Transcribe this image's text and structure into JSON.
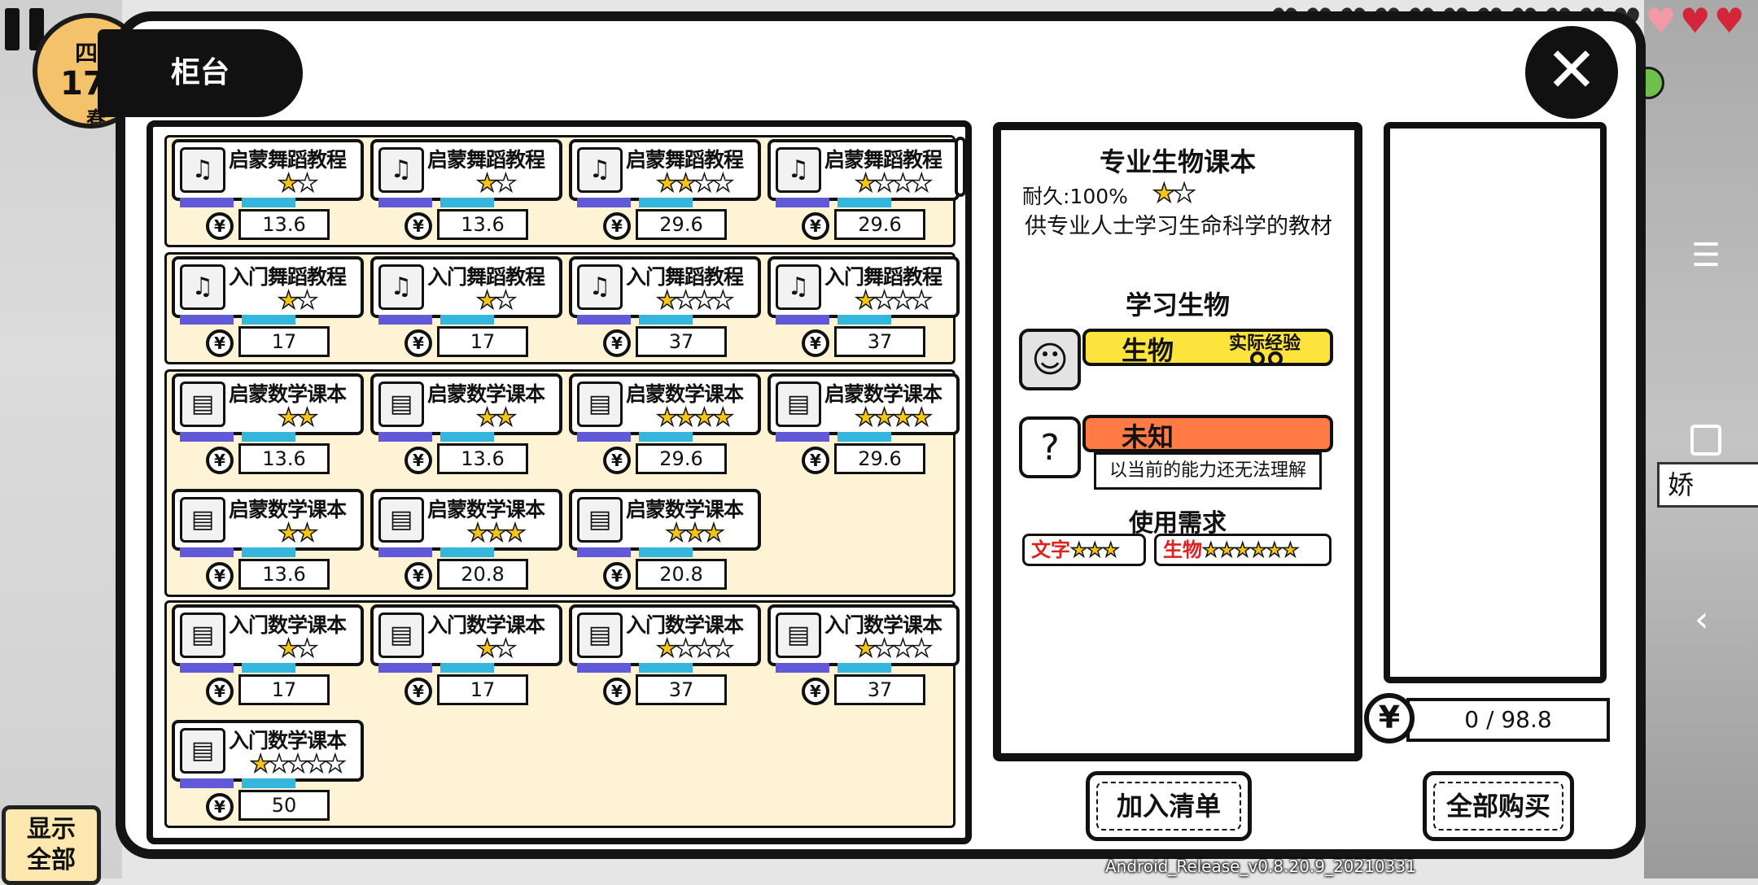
{
  "hud": {
    "day_badge": {
      "weekday": "四",
      "day": "17",
      "season": "春"
    },
    "display_all_label": "显示\n全部",
    "version": "Android_Release_v0.8.20.9_20210331"
  },
  "dialog": {
    "title": "柜台"
  },
  "groups": [
    {
      "items": [
        {
          "name": "启蒙舞蹈教程",
          "icon": "dance-book-icon",
          "stars": 1,
          "max_stars": 2,
          "price": "13.6"
        },
        {
          "name": "启蒙舞蹈教程",
          "icon": "dance-book-icon",
          "stars": 1,
          "max_stars": 2,
          "price": "13.6"
        },
        {
          "name": "启蒙舞蹈教程",
          "icon": "dance-book-icon",
          "stars": 2,
          "max_stars": 4,
          "price": "29.6"
        },
        {
          "name": "启蒙舞蹈教程",
          "icon": "dance-book-icon",
          "stars": 1,
          "max_stars": 4,
          "price": "29.6"
        }
      ]
    },
    {
      "items": [
        {
          "name": "入门舞蹈教程",
          "icon": "dance-book-icon",
          "stars": 1,
          "max_stars": 2,
          "price": "17"
        },
        {
          "name": "入门舞蹈教程",
          "icon": "dance-book-icon",
          "stars": 1,
          "max_stars": 2,
          "price": "17"
        },
        {
          "name": "入门舞蹈教程",
          "icon": "dance-book-icon",
          "stars": 1,
          "max_stars": 4,
          "price": "37"
        },
        {
          "name": "入门舞蹈教程",
          "icon": "dance-book-icon",
          "stars": 1,
          "max_stars": 4,
          "price": "37"
        }
      ]
    },
    {
      "items": [
        {
          "name": "启蒙数学课本",
          "icon": "math-book-icon",
          "stars": 2,
          "max_stars": 2,
          "price": "13.6"
        },
        {
          "name": "启蒙数学课本",
          "icon": "math-book-icon",
          "stars": 2,
          "max_stars": 2,
          "price": "13.6"
        },
        {
          "name": "启蒙数学课本",
          "icon": "math-book-icon",
          "stars": 4,
          "max_stars": 4,
          "price": "29.6"
        },
        {
          "name": "启蒙数学课本",
          "icon": "math-book-icon",
          "stars": 4,
          "max_stars": 4,
          "price": "29.6"
        },
        {
          "name": "启蒙数学课本",
          "icon": "math-book-icon",
          "stars": 2,
          "max_stars": 2,
          "price": "13.6"
        },
        {
          "name": "启蒙数学课本",
          "icon": "math-book-icon",
          "stars": 3,
          "max_stars": 3,
          "price": "20.8"
        },
        {
          "name": "启蒙数学课本",
          "icon": "math-book-icon",
          "stars": 3,
          "max_stars": 3,
          "price": "20.8"
        }
      ]
    },
    {
      "items": [
        {
          "name": "入门数学课本",
          "icon": "math-book-icon",
          "stars": 1,
          "max_stars": 2,
          "price": "17"
        },
        {
          "name": "入门数学课本",
          "icon": "math-book-icon",
          "stars": 1,
          "max_stars": 2,
          "price": "17"
        },
        {
          "name": "入门数学课本",
          "icon": "math-book-icon",
          "stars": 1,
          "max_stars": 4,
          "price": "37"
        },
        {
          "name": "入门数学课本",
          "icon": "math-book-icon",
          "stars": 1,
          "max_stars": 4,
          "price": "37"
        },
        {
          "name": "入门数学课本",
          "icon": "math-book-icon",
          "stars": 1,
          "max_stars": 5,
          "price": "50"
        }
      ]
    }
  ],
  "detail": {
    "title": "专业生物课本",
    "durability": "耐久:100%",
    "stars": 1,
    "max_stars": 2,
    "description": "供专业人士学习生命科学的教材",
    "learn_title": "学习生物",
    "skills": [
      {
        "name": "生物",
        "tag": "实际经验",
        "icon": "person-silhouette-icon",
        "color": "#fde43c"
      },
      {
        "name": "未知",
        "desc": "以当前的能力还无法理解",
        "icon": "question-mark-icon",
        "color": "#ff7a45"
      }
    ],
    "requirement_title": "使用需求",
    "requirements": [
      {
        "name": "文字",
        "stars": 3
      },
      {
        "name": "生物",
        "stars": 6
      }
    ]
  },
  "cart": {
    "total": "0 / 98.8"
  },
  "buttons": {
    "add_to_list": "加入清单",
    "buy_all": "全部购买"
  },
  "colors": {
    "accent_yellow": "#fde43c",
    "accent_orange": "#ff7a45",
    "bar_purple": "#6159d8",
    "bar_blue": "#35b6dd",
    "list_bg": "#fff3d6"
  }
}
